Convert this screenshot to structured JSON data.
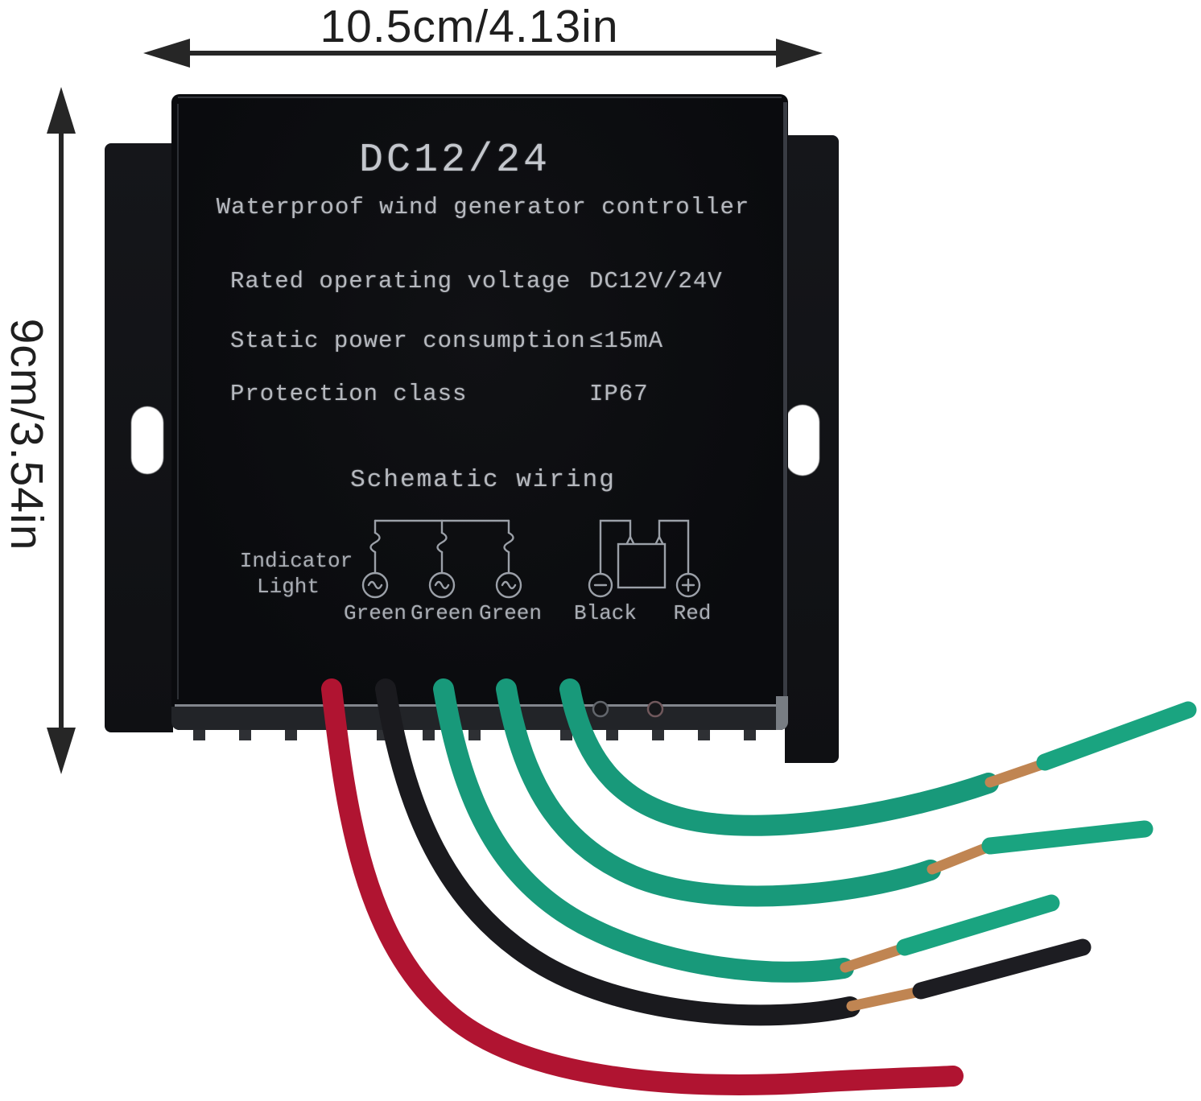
{
  "annotations": {
    "width_label": "10.5cm/4.13in",
    "height_label": "9cm/3.54in"
  },
  "device": {
    "title": "DC12/24",
    "subtitle": "Waterproof wind generator controller",
    "specs": [
      {
        "label": "Rated operating voltage",
        "value": "DC12V/24V"
      },
      {
        "label": "Static power consumption",
        "value": "≤15mA"
      },
      {
        "label": "Protection class",
        "value": "IP67"
      }
    ],
    "schematic": {
      "title": "Schematic wiring",
      "indicator_line1": "Indicator",
      "indicator_line2": "Light",
      "lamp_labels": [
        "Green",
        "Green",
        "Green"
      ],
      "battery_labels": [
        "Black",
        "Red"
      ]
    }
  },
  "wires": {
    "colors": [
      "red",
      "black",
      "green",
      "green",
      "green"
    ]
  },
  "colors": {
    "wire_red": "#b01431",
    "wire_black": "#1a1a1e",
    "wire_green": "#18997a",
    "wire_green_sleeve": "#1aa480",
    "copper": "#c08552",
    "panel": "#0c0d10",
    "label_text": "#b6b9bf",
    "schematic_line": "#9ba0a8",
    "arrow": "#262626"
  }
}
